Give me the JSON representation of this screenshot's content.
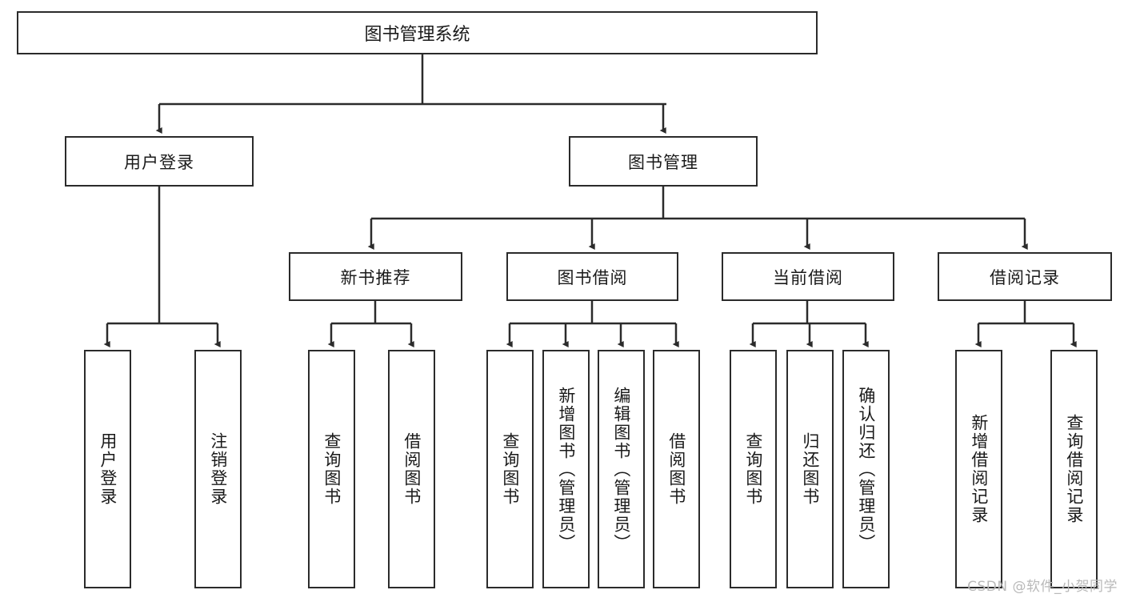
{
  "diagram": {
    "title": "图书管理系统",
    "type": "tree-hierarchy-diagram",
    "root": {
      "label": "图书管理系统"
    },
    "level1": [
      {
        "label": "用户登录"
      },
      {
        "label": "图书管理"
      }
    ],
    "level2": [
      {
        "label": "新书推荐"
      },
      {
        "label": "图书借阅"
      },
      {
        "label": "当前借阅"
      },
      {
        "label": "借阅记录"
      }
    ],
    "leaves": {
      "user_login": [
        {
          "label": "用户登录"
        },
        {
          "label": "注销登录"
        }
      ],
      "new_book_recommend": [
        {
          "label": "查询图书"
        },
        {
          "label": "借阅图书"
        }
      ],
      "book_borrow": [
        {
          "label": "查询图书"
        },
        {
          "label": "新增图书（管理员）"
        },
        {
          "label": "编辑图书（管理员）"
        },
        {
          "label": "借阅图书"
        }
      ],
      "current_borrow": [
        {
          "label": "查询图书"
        },
        {
          "label": "归还图书"
        },
        {
          "label": "确认归还（管理员）"
        }
      ],
      "borrow_records": [
        {
          "label": "新增借阅记录"
        },
        {
          "label": "查询借阅记录"
        }
      ]
    }
  },
  "watermark": {
    "text": "CSDN @软件_小贺同学"
  },
  "colors": {
    "stroke": "#2b2b2b",
    "background": "#ffffff",
    "text": "#1a1a1a",
    "watermark": "#b9b9b9"
  }
}
